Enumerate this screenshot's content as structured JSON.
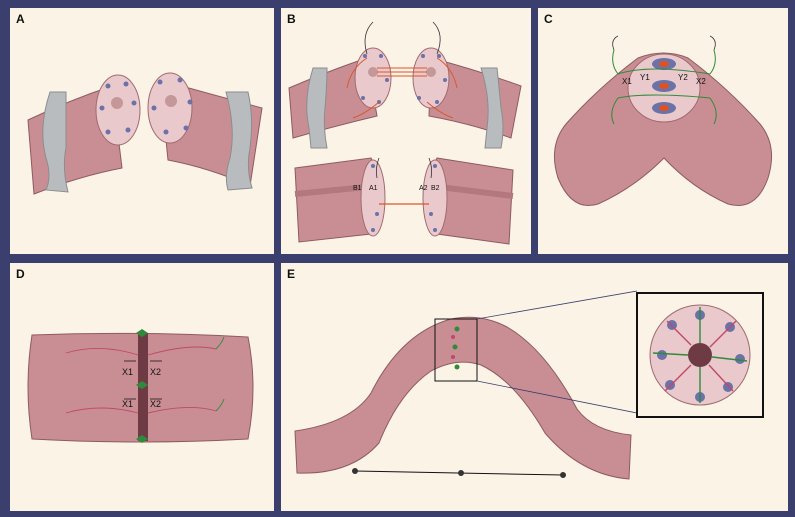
{
  "panels": {
    "a": {
      "label": "A"
    },
    "b": {
      "label": "B",
      "annotations": [
        "B1",
        "A1",
        "A2",
        "B2"
      ]
    },
    "c": {
      "label": "C",
      "annotations": [
        "X1",
        "Y1",
        "Y2",
        "X2"
      ]
    },
    "d": {
      "label": "D",
      "annotations": [
        "X1",
        "X2",
        "X1",
        "X2"
      ]
    },
    "e": {
      "label": "E"
    }
  },
  "colors": {
    "frame": "#3b3f6e",
    "panel_bg": "#fbf3e6",
    "tissue": "#c98e94",
    "lumen": "#e9c9cb",
    "nodule": "#6a72a8",
    "suture_red": "#d9572b",
    "suture_green": "#2f8a3a",
    "clamp": "#b9bcbf"
  }
}
